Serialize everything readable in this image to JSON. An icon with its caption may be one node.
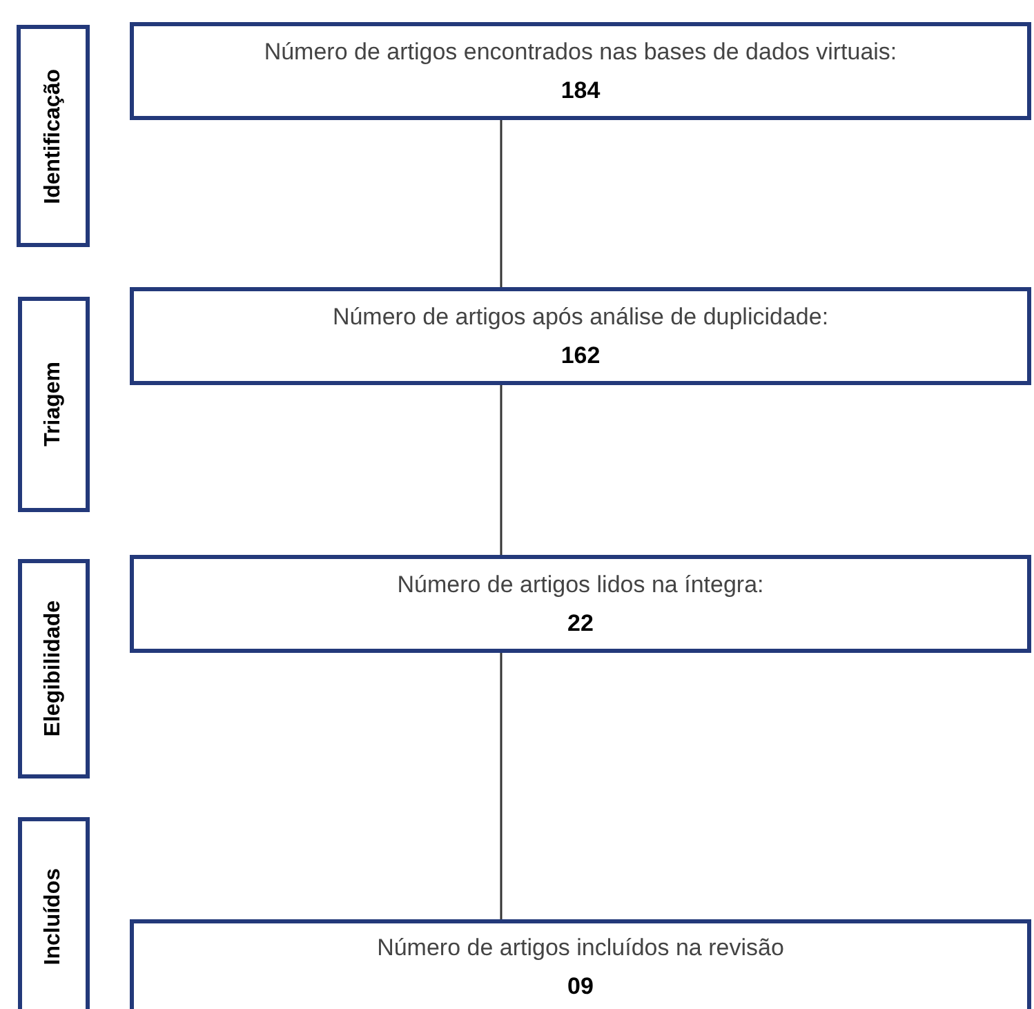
{
  "diagram": {
    "nodes": [
      {
        "text": [
          "Identificação"
        ]
      },
      {
        "text": [
          "Número de artigos encontrados nas bases de dados virtuais:",
          "184"
        ]
      },
      {
        "text": [
          "Triagem"
        ]
      },
      {
        "text": [
          "Número de artigos após análise de duplicidade:",
          "162"
        ]
      },
      {
        "text": [
          "Elegibilidade"
        ]
      },
      {
        "text": [
          "Número de artigos lidos na íntegra:",
          "22"
        ]
      },
      {
        "text": [
          "Incluídos"
        ]
      },
      {
        "text": [
          "Número de artigos incluídos na revisão",
          "09"
        ]
      }
    ],
    "edges": [
      {
        "from": 1,
        "to": 3,
        "arrow": "none"
      },
      {
        "from": 3,
        "to": 5,
        "arrow": "none"
      },
      {
        "from": 5,
        "to": 7,
        "arrow": "none"
      }
    ]
  }
}
